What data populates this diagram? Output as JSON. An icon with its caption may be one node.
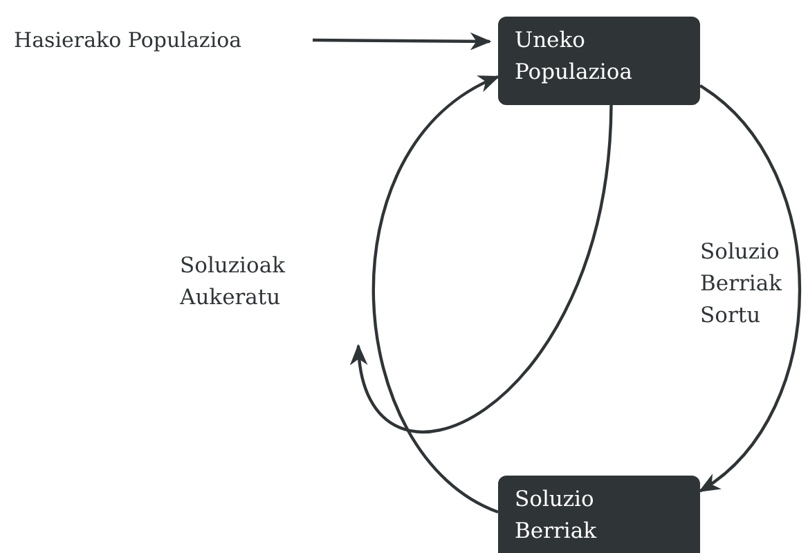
{
  "diagram": {
    "nodes": [
      {
        "text": [
          "Hasierako Populazioa"
        ]
      },
      {
        "text": [
          "Uneko Populazioa"
        ]
      },
      {
        "text": [
          "Soluzio Berriak"
        ]
      }
    ],
    "edges": [
      {
        "from": 0,
        "to": 1,
        "arrow": "to"
      },
      {
        "from": 1,
        "to": 2,
        "arrow": "to",
        "label": "Soluzio Berriak Sortu"
      },
      {
        "from": 2,
        "to": 1,
        "arrow": "to",
        "label": "Soluzioak Aukeratu"
      },
      {
        "from": 1,
        "to": null,
        "arrow": "to"
      }
    ]
  }
}
